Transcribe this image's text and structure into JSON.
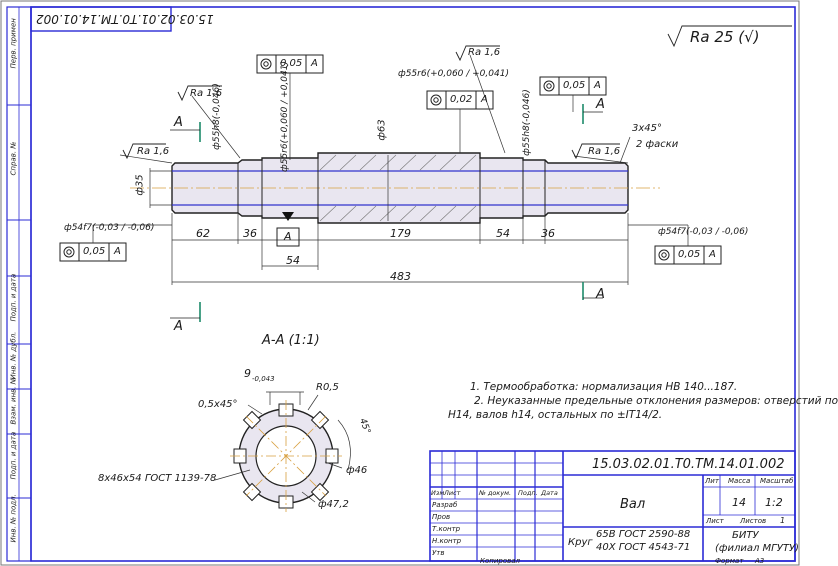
{
  "designation": "15.03.02.01.Т0.ТМ.14.01.002",
  "designation_rotated": "15.03.02.01.Т0.ТМ.14.01.002",
  "roughness_general": "Ra 25 (√)",
  "part_name": "Вал",
  "material": {
    "line1": "65В ГОСТ 2590-88",
    "prefix": "Круг",
    "line2": "40Х  ГОСТ 4543-71"
  },
  "organization": {
    "line1": "БИТУ",
    "line2": "(филиал МГУТУ)"
  },
  "table": {
    "lit": "Лит",
    "mass": "Масса",
    "scale": "Масштаб",
    "mass_value": "14",
    "scale_value": "1:2",
    "sheet": "Лист",
    "sheets": "Листов",
    "sheets_value": "1",
    "col_izm": "Изм",
    "col_list": "Лист",
    "col_doc": "№ докум.",
    "col_sign": "Подп.",
    "col_date": "Дата",
    "razrab": "Разраб",
    "prov": "Пров",
    "tkontr": "Т.контр",
    "nkontr": "Н.контр",
    "utv": "Утв"
  },
  "footer": {
    "copied": "Копировал",
    "format": "Формат",
    "format_value": "A3"
  },
  "side_labels": [
    "Перв. примен",
    "Справ. №",
    "Подп. и дата",
    "Инв. № дубл.",
    "Взам. инв. №",
    "Подп. и дата",
    "Инв. № подл."
  ],
  "notes": [
    "1. Термообработка: нормализация HB 140...187.",
    "2. Неуказанные предельные отклонения размеров: отверстий по",
    "H14, валов h14, остальных по ±IT14/2."
  ],
  "section_title": "А-А (1:1)",
  "section_labels": {
    "chamfer": "0,5х45°",
    "key_width": "9",
    "key_width_tol": "-0,043",
    "radius": "R0,5",
    "angle": "45°",
    "inner_dia": "ф46",
    "outer_dia": "ф47,2",
    "spline": "8х46х54 ГОСТ 1139-78"
  },
  "cut_letter": "А",
  "dimensions": {
    "d62": "62",
    "d36a": "36",
    "d179": "179",
    "d54": "54",
    "d36b": "36",
    "d54_base": "54",
    "d483": "483",
    "dia35": "ф35",
    "dia63": "ф63",
    "dia55h8": "ф55h8(-0,046)",
    "dia55r6": "ф55r6(+0,060 / +0,041)",
    "dia55r6b": "ф55r6(+0,060 / +0,041)",
    "dia55h8b": "ф55h8(-0,046)",
    "dia54f7l": "ф54f7(-0,03 / -0,06)",
    "dia54f7r": "ф54f7(-0,03 / -0,06)",
    "chamfer": "3х45°",
    "chamfer_note": "2 фаски"
  },
  "roughness": {
    "left_top": "Ra 1,6",
    "left_end": "Ra 1,6",
    "right_top": "Ra 1,6",
    "right_end": "Ra 1,6"
  },
  "tolerances": {
    "t1": {
      "value": "0,05",
      "base": "А"
    },
    "t2": {
      "value": "0,02",
      "base": "А"
    },
    "t3": {
      "value": "0,05",
      "base": "А"
    },
    "t4": {
      "value": "0,05",
      "base": "А"
    },
    "t5": {
      "value": "0,05",
      "base": "А"
    }
  },
  "datum": "А"
}
